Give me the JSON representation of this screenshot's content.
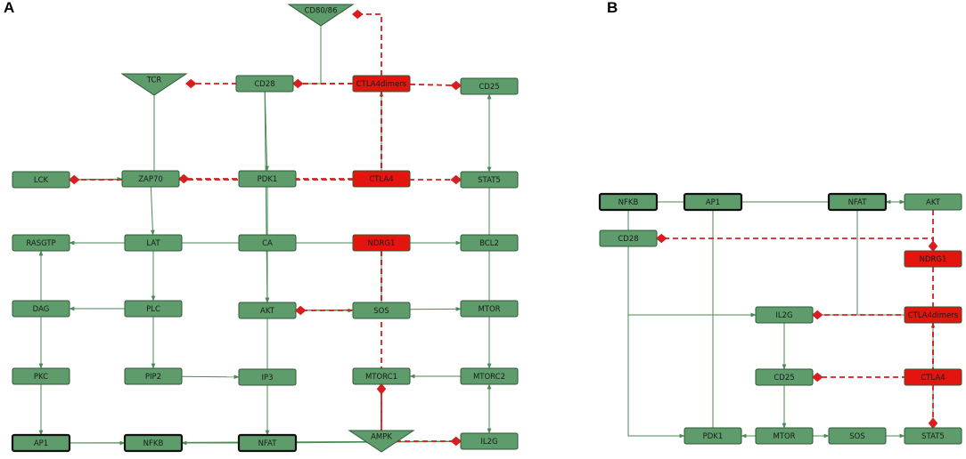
{
  "panels": [
    {
      "letter": "A",
      "nodes": [
        {
          "id": "A-CD80/86",
          "label": "CD80/86",
          "shape": "tri",
          "color": "green"
        },
        {
          "id": "A-TCR",
          "label": "TCR",
          "shape": "tri",
          "color": "green"
        },
        {
          "id": "A-CD28",
          "label": "CD28",
          "shape": "rect",
          "color": "green"
        },
        {
          "id": "A-CTLA4dimers",
          "label": "CTLA4dimers",
          "shape": "rect",
          "color": "red"
        },
        {
          "id": "A-CD25",
          "label": "CD25",
          "shape": "rect",
          "color": "green"
        },
        {
          "id": "A-LCK",
          "label": "LCK",
          "shape": "rect",
          "color": "green"
        },
        {
          "id": "A-ZAP70",
          "label": "ZAP70",
          "shape": "rect",
          "color": "green"
        },
        {
          "id": "A-PDK1",
          "label": "PDK1",
          "shape": "rect",
          "color": "green"
        },
        {
          "id": "A-CTLA4",
          "label": "CTLA4",
          "shape": "rect",
          "color": "red"
        },
        {
          "id": "A-STAT5",
          "label": "STAT5",
          "shape": "rect",
          "color": "green"
        },
        {
          "id": "A-RASGTP",
          "label": "RASGTP",
          "shape": "rect",
          "color": "green"
        },
        {
          "id": "A-LAT",
          "label": "LAT",
          "shape": "rect",
          "color": "green"
        },
        {
          "id": "A-CA",
          "label": "CA",
          "shape": "rect",
          "color": "green"
        },
        {
          "id": "A-NDRG1",
          "label": "NDRG1",
          "shape": "rect",
          "color": "red"
        },
        {
          "id": "A-BCL2",
          "label": "BCL2",
          "shape": "rect",
          "color": "green"
        },
        {
          "id": "A-DAG",
          "label": "DAG",
          "shape": "rect",
          "color": "green"
        },
        {
          "id": "A-PLC",
          "label": "PLC",
          "shape": "rect",
          "color": "green"
        },
        {
          "id": "A-AKT",
          "label": "AKT",
          "shape": "rect",
          "color": "green"
        },
        {
          "id": "A-SOS",
          "label": "SOS",
          "shape": "rect",
          "color": "green"
        },
        {
          "id": "A-MTOR",
          "label": "MTOR",
          "shape": "rect",
          "color": "green"
        },
        {
          "id": "A-PKC",
          "label": "PKC",
          "shape": "rect",
          "color": "green"
        },
        {
          "id": "A-PIP2",
          "label": "PIP2",
          "shape": "rect",
          "color": "green"
        },
        {
          "id": "A-IP3",
          "label": "IP3",
          "shape": "rect",
          "color": "green"
        },
        {
          "id": "A-MTORC1",
          "label": "MTORC1",
          "shape": "rect",
          "color": "green"
        },
        {
          "id": "A-MTORC2",
          "label": "MTORC2",
          "shape": "rect",
          "color": "green"
        },
        {
          "id": "A-AP1",
          "label": "AP1",
          "shape": "rect",
          "color": "green",
          "bold": true
        },
        {
          "id": "A-NFKB",
          "label": "NFKB",
          "shape": "rect",
          "color": "green",
          "bold": true
        },
        {
          "id": "A-NFAT",
          "label": "NFAT",
          "shape": "rect",
          "color": "green",
          "bold": true
        },
        {
          "id": "A-AMPK",
          "label": "AMPK",
          "shape": "tri",
          "color": "green"
        },
        {
          "id": "A-IL2G",
          "label": "IL2G",
          "shape": "rect",
          "color": "green"
        }
      ],
      "edges": [
        {
          "from": "A-TCR",
          "to": "A-LCK",
          "type": "act"
        },
        {
          "from": "A-TCR",
          "to": "A-ZAP70",
          "type": "act"
        },
        {
          "from": "A-LCK",
          "to": "A-ZAP70",
          "type": "act"
        },
        {
          "from": "A-ZAP70",
          "to": "A-LAT",
          "type": "act"
        },
        {
          "from": "A-LAT",
          "to": "A-RASGTP",
          "type": "act"
        },
        {
          "from": "A-LAT",
          "to": "A-PLC",
          "type": "act"
        },
        {
          "from": "A-PLC",
          "to": "A-DAG",
          "type": "act"
        },
        {
          "from": "A-PLC",
          "to": "A-PIP2",
          "type": "act"
        },
        {
          "from": "A-DAG",
          "to": "A-PKC",
          "type": "act"
        },
        {
          "from": "A-DAG",
          "to": "A-RASGTP",
          "type": "act"
        },
        {
          "from": "A-PIP2",
          "to": "A-IP3",
          "type": "act"
        },
        {
          "from": "A-PKC",
          "to": "A-NFKB",
          "type": "act"
        },
        {
          "from": "A-CD80/86",
          "to": "A-CD28",
          "type": "act"
        },
        {
          "from": "A-CD28",
          "to": "A-PDK1",
          "type": "act"
        },
        {
          "from": "A-CD28",
          "to": "A-AKT",
          "type": "act"
        },
        {
          "from": "A-PDK1",
          "to": "A-AKT",
          "type": "act"
        },
        {
          "from": "A-PDK1",
          "to": "A-NFKB",
          "type": "act"
        },
        {
          "from": "A-CA",
          "to": "A-SOS",
          "type": "act"
        },
        {
          "from": "A-AKT",
          "to": "A-MTOR",
          "type": "act"
        },
        {
          "from": "A-AKT",
          "to": "A-NFAT",
          "type": "act"
        },
        {
          "from": "A-AKT",
          "to": "A-BCL2",
          "type": "act"
        },
        {
          "from": "A-SOS",
          "to": "A-RASGTP",
          "type": "act"
        },
        {
          "from": "A-MTOR",
          "to": "A-MTORC2",
          "type": "act"
        },
        {
          "from": "A-MTOR",
          "to": "A-MTORC1",
          "type": "act"
        },
        {
          "from": "A-CTLA4",
          "to": "A-CTLA4dimers",
          "type": "act"
        },
        {
          "from": "A-CD25",
          "to": "A-STAT5",
          "type": "act"
        },
        {
          "from": "A-STAT5",
          "to": "A-IL2G",
          "type": "act"
        },
        {
          "from": "A-IL2G",
          "to": "A-CD25",
          "type": "act"
        },
        {
          "from": "A-IL2G",
          "to": "A-MTORC2",
          "type": "act"
        },
        {
          "from": "A-AP1",
          "to": "A-IL2G",
          "type": "act"
        },
        {
          "from": "A-NFKB",
          "to": "A-IL2G",
          "type": "act"
        },
        {
          "from": "A-NFAT",
          "to": "A-IL2G",
          "type": "act"
        },
        {
          "from": "A-RASGTP",
          "to": "A-AP1",
          "type": "act"
        },
        {
          "from": "A-CTLA4dimers",
          "to": "A-CD80/86",
          "type": "inh"
        },
        {
          "from": "A-CTLA4dimers",
          "to": "A-CD28",
          "type": "inh"
        },
        {
          "from": "A-CTLA4dimers",
          "to": "A-TCR",
          "type": "inh"
        },
        {
          "from": "A-CTLA4dimers",
          "to": "A-LCK",
          "type": "inh"
        },
        {
          "from": "A-CTLA4dimers",
          "to": "A-ZAP70",
          "type": "inh"
        },
        {
          "from": "A-CTLA4dimers",
          "to": "A-CD25",
          "type": "inh"
        },
        {
          "from": "A-CTLA4dimers",
          "to": "A-STAT5",
          "type": "inh"
        },
        {
          "from": "A-NDRG1",
          "to": "A-AKT",
          "type": "inh"
        },
        {
          "from": "A-NDRG1",
          "to": "A-IL2G",
          "type": "inh"
        },
        {
          "from": "A-AMPK",
          "to": "A-MTORC1",
          "type": "inh"
        }
      ]
    },
    {
      "letter": "B",
      "nodes": [
        {
          "id": "B-NFKB",
          "label": "NFKB",
          "shape": "rect",
          "color": "green",
          "bold": true
        },
        {
          "id": "B-AP1",
          "label": "AP1",
          "shape": "rect",
          "color": "green",
          "bold": true
        },
        {
          "id": "B-NFAT",
          "label": "NFAT",
          "shape": "rect",
          "color": "green",
          "bold": true
        },
        {
          "id": "B-AKT",
          "label": "AKT",
          "shape": "rect",
          "color": "green"
        },
        {
          "id": "B-CD28",
          "label": "CD28",
          "shape": "rect",
          "color": "green"
        },
        {
          "id": "B-NDRG1",
          "label": "NDRG1",
          "shape": "rect",
          "color": "red"
        },
        {
          "id": "B-IL2G",
          "label": "IL2G",
          "shape": "rect",
          "color": "green"
        },
        {
          "id": "B-CTLA4dimers",
          "label": "CTLA4dimers",
          "shape": "rect",
          "color": "red"
        },
        {
          "id": "B-CD25",
          "label": "CD25",
          "shape": "rect",
          "color": "green"
        },
        {
          "id": "B-CTLA4",
          "label": "CTLA4",
          "shape": "rect",
          "color": "red"
        },
        {
          "id": "B-PDK1",
          "label": "PDK1",
          "shape": "rect",
          "color": "green"
        },
        {
          "id": "B-MTOR",
          "label": "MTOR",
          "shape": "rect",
          "color": "green"
        },
        {
          "id": "B-SOS",
          "label": "SOS",
          "shape": "rect",
          "color": "green"
        },
        {
          "id": "B-STAT5",
          "label": "STAT5",
          "shape": "rect",
          "color": "green"
        }
      ],
      "edges": [
        {
          "from": "B-CD28",
          "to": "B-AKT",
          "type": "act"
        },
        {
          "from": "B-CD28",
          "to": "B-PDK1",
          "type": "act"
        },
        {
          "from": "B-AKT",
          "to": "B-NFAT",
          "type": "act"
        },
        {
          "from": "B-AP1",
          "to": "B-IL2G",
          "type": "act"
        },
        {
          "from": "B-NFKB",
          "to": "B-IL2G",
          "type": "act"
        },
        {
          "from": "B-NFAT",
          "to": "B-IL2G",
          "type": "act"
        },
        {
          "from": "B-IL2G",
          "to": "B-CD25",
          "type": "act"
        },
        {
          "from": "B-CD25",
          "to": "B-PDK1",
          "type": "act"
        },
        {
          "from": "B-CD25",
          "to": "B-MTOR",
          "type": "act"
        },
        {
          "from": "B-CD25",
          "to": "B-SOS",
          "type": "act"
        },
        {
          "from": "B-CD25",
          "to": "B-STAT5",
          "type": "act"
        },
        {
          "from": "B-PDK1",
          "to": "B-AKT",
          "type": "act"
        },
        {
          "from": "B-STAT5",
          "to": "B-IL2G",
          "type": "act"
        },
        {
          "from": "B-CTLA4",
          "to": "B-CTLA4dimers",
          "type": "act"
        },
        {
          "from": "B-AKT",
          "to": "B-NDRG1",
          "type": "inh"
        },
        {
          "from": "B-NDRG1",
          "to": "B-CD28",
          "type": "inh"
        },
        {
          "from": "B-NDRG1",
          "to": "B-IL2G",
          "type": "inh"
        },
        {
          "from": "B-CTLA4dimers",
          "to": "B-CD25",
          "type": "inh"
        },
        {
          "from": "B-CTLA4dimers",
          "to": "B-STAT5",
          "type": "inh"
        }
      ]
    }
  ],
  "colors": {
    "node_green": "#5e9c6b",
    "node_red": "#e4140f",
    "edge_green": "#4a8a55",
    "edge_red": "#d81e1e",
    "border": "#2f5a37"
  }
}
